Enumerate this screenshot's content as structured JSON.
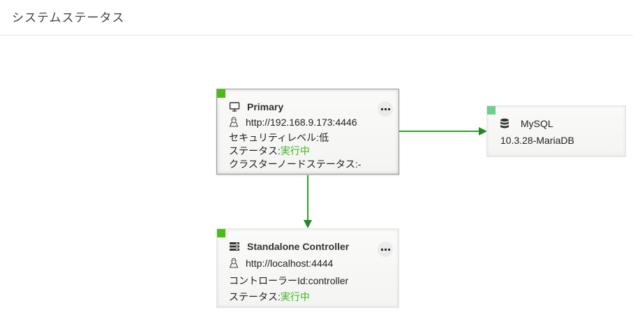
{
  "header": {
    "title": "システムステータス"
  },
  "colors": {
    "running": "#3cb521",
    "edge": "#2e9e2e",
    "status_active": "#4cbb17",
    "status_db": "#6ccf8a"
  },
  "nodes": {
    "primary": {
      "icon": "monitor-icon",
      "title": "Primary",
      "url_icon": "linux-icon",
      "url": "http://192.168.9.173:4446",
      "security_label": "セキュリティレベル: ",
      "security_value": "低",
      "status_label": "ステータス: ",
      "status_value": "実行中",
      "cluster_label": "クラスターノードステータス: ",
      "cluster_value": "-"
    },
    "mysql": {
      "icon": "database-icon",
      "title": "MySQL",
      "version": "10.3.28-MariaDB"
    },
    "controller": {
      "icon": "server-icon",
      "title": "Standalone Controller",
      "url_icon": "linux-icon",
      "url": "http://localhost:4444",
      "controller_id_label": "コントローラーId: ",
      "controller_id_value": "controller",
      "status_label": "ステータス: ",
      "status_value": "実行中"
    }
  },
  "edges": [
    {
      "from": "primary",
      "to": "mysql"
    },
    {
      "from": "primary",
      "to": "controller"
    }
  ]
}
